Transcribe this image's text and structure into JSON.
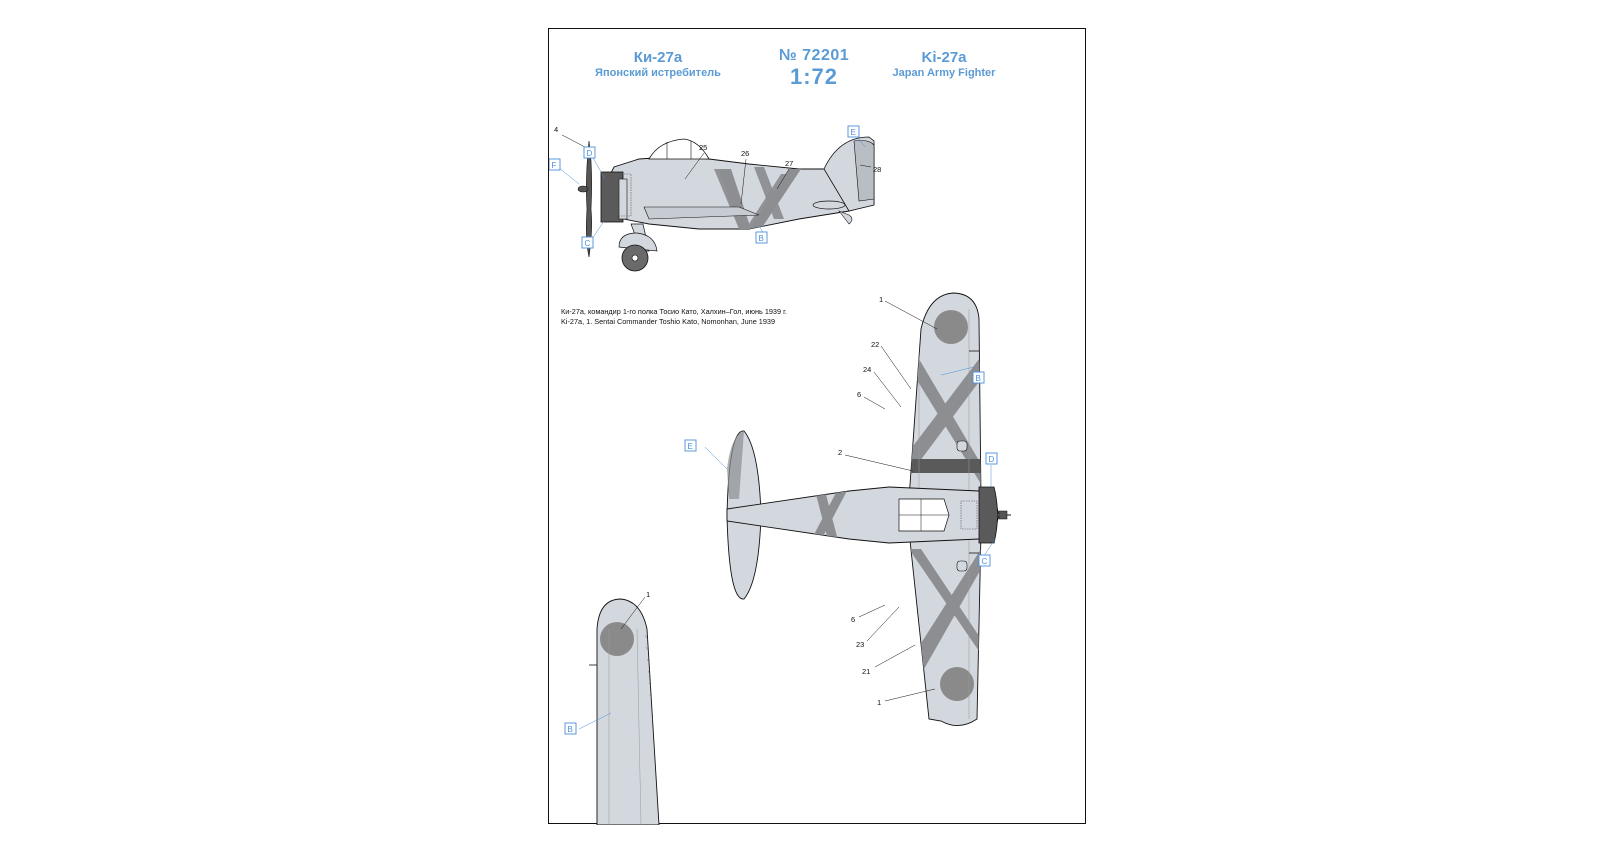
{
  "header": {
    "left_title": "Ки-27а",
    "left_subtitle": "Японский истребитель",
    "catalog_number": "№ 72201",
    "scale": "1:72",
    "right_title": "Ki-27a",
    "right_subtitle": "Japan Army Fighter"
  },
  "caption": {
    "line_ru": "Ки-27а, командир 1-го полка Тосио Като, Халхин–Гол, июнь 1939 г.",
    "line_en": "Ki-27a, 1. Sentai Commander Toshio Kato, Nomonhan, June 1939"
  },
  "callouts": {
    "side": [
      "4",
      "25",
      "26",
      "27",
      "28"
    ],
    "side_letters": [
      "D",
      "F",
      "C",
      "B",
      "E"
    ],
    "top": [
      "1",
      "22",
      "24",
      "6",
      "2",
      "6",
      "23",
      "21",
      "1"
    ],
    "top_letters": [
      "B",
      "E",
      "D",
      "C"
    ],
    "wing": [
      "1"
    ],
    "wing_letters": [
      "B"
    ]
  },
  "colors": {
    "header_text": "#5b9bd5",
    "box_border": "#4a90d9",
    "aircraft_fill": "#d3d7de",
    "stripe": "#8c8e92",
    "hinomaru": "#8a8a8a",
    "cowl": "#5a5a5a"
  }
}
